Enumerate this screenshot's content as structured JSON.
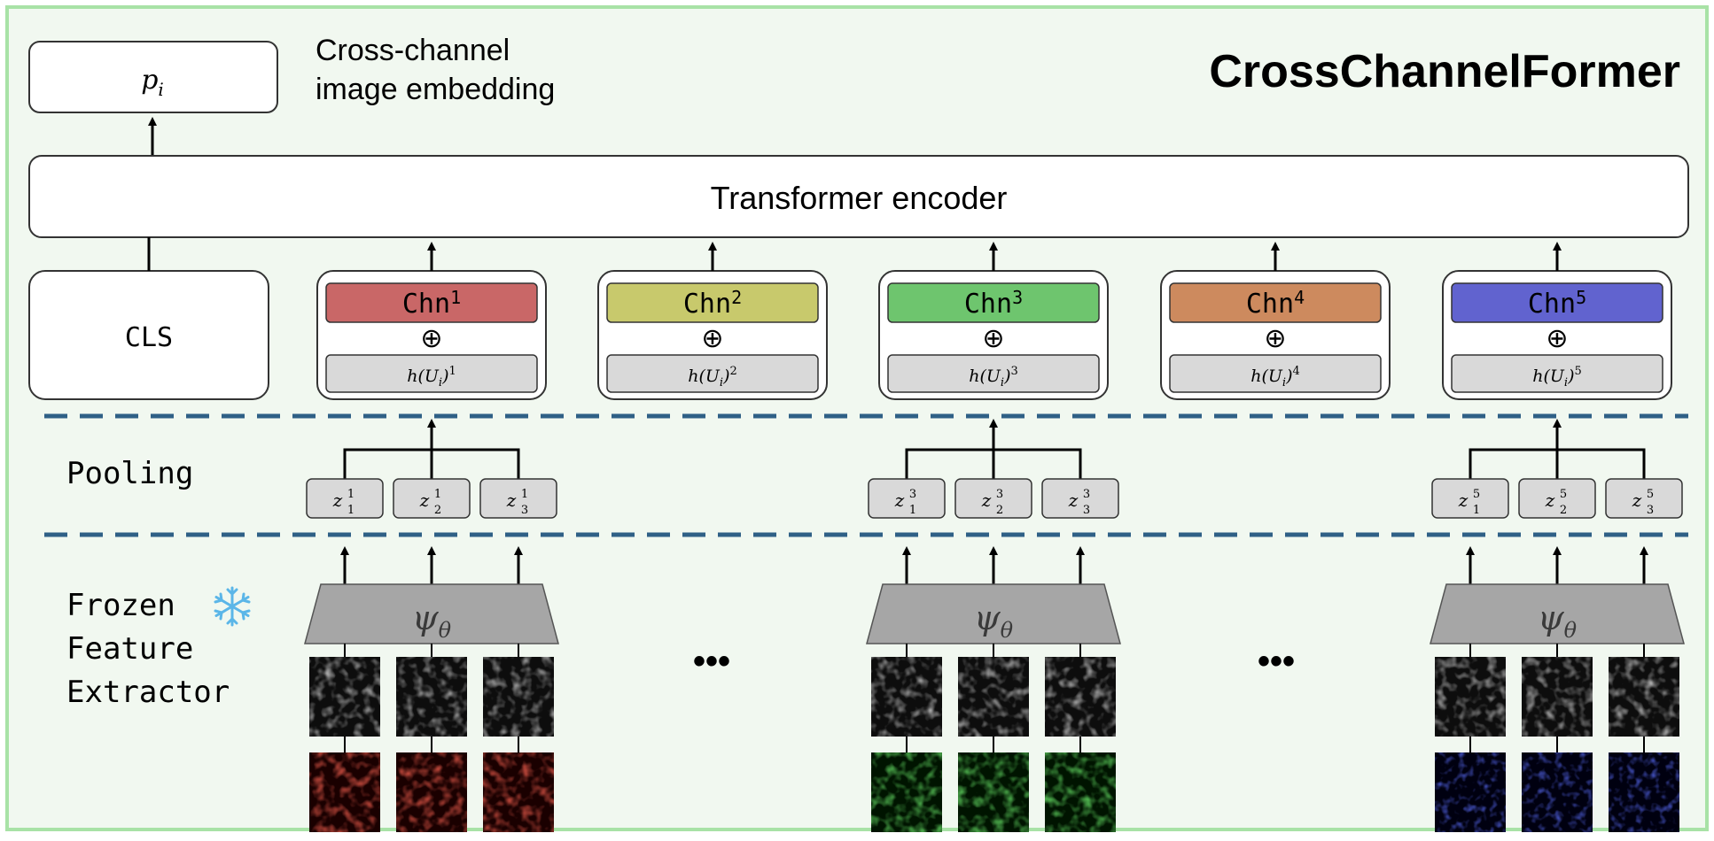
{
  "title": "CrossChannelFormer",
  "output_label": "p",
  "output_label_sub": "i",
  "output_caption_line1": "Cross-channel",
  "output_caption_line2": "image embedding",
  "encoder_label": "Transformer encoder",
  "cls_label": "CLS",
  "plus_symbol": "⊕",
  "pooling_label": "Pooling",
  "extractor_line1": "Frozen",
  "extractor_line2": "Feature",
  "extractor_line3": "Extractor",
  "snowflake_icon": "snowflake-icon",
  "extractor_symbol": "ψ",
  "extractor_symbol_sub": "θ",
  "ellipsis": "•••",
  "channels": [
    {
      "name": "Chn",
      "sup": "1",
      "color": "#c96767",
      "h_label": "h(U",
      "h_sub": "i",
      "h_sup": "1"
    },
    {
      "name": "Chn",
      "sup": "2",
      "color": "#c8c96c",
      "h_label": "h(U",
      "h_sub": "i",
      "h_sup": "2"
    },
    {
      "name": "Chn",
      "sup": "3",
      "color": "#6ec56e",
      "h_label": "h(U",
      "h_sub": "i",
      "h_sup": "3"
    },
    {
      "name": "Chn",
      "sup": "4",
      "color": "#cd8a5e",
      "h_label": "h(U",
      "h_sub": "i",
      "h_sup": "4"
    },
    {
      "name": "Chn",
      "sup": "5",
      "color": "#6163cf",
      "h_label": "h(U",
      "h_sub": "i",
      "h_sup": "5"
    }
  ],
  "pooled_groups": [
    {
      "channel": "1",
      "tokens": [
        {
          "base": "z",
          "sub": "1",
          "sup": "1"
        },
        {
          "base": "z",
          "sub": "2",
          "sup": "1"
        },
        {
          "base": "z",
          "sub": "3",
          "sup": "1"
        }
      ],
      "image_tint": "red"
    },
    {
      "channel": "3",
      "tokens": [
        {
          "base": "z",
          "sub": "1",
          "sup": "3"
        },
        {
          "base": "z",
          "sub": "2",
          "sup": "3"
        },
        {
          "base": "z",
          "sub": "3",
          "sup": "3"
        }
      ],
      "image_tint": "green"
    },
    {
      "channel": "5",
      "tokens": [
        {
          "base": "z",
          "sub": "1",
          "sup": "5"
        },
        {
          "base": "z",
          "sub": "2",
          "sup": "5"
        },
        {
          "base": "z",
          "sub": "3",
          "sup": "5"
        }
      ],
      "image_tint": "blue"
    }
  ],
  "colors": {
    "background": "#f1f8f0",
    "frame_border": "#a8e2a6",
    "dashed_line": "#2f6086",
    "token_fill": "#d9d9d9",
    "extractor_fill": "#a6a6a6"
  }
}
